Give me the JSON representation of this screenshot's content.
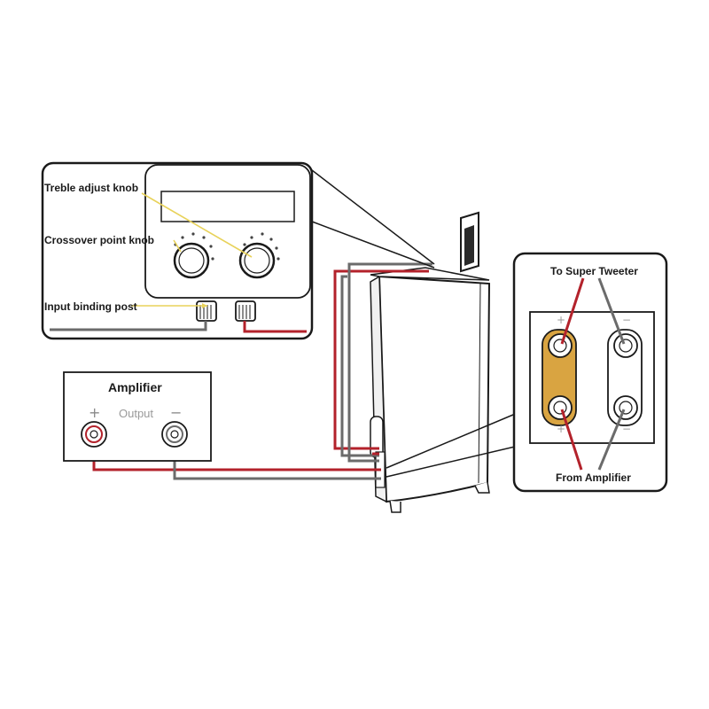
{
  "colors": {
    "positive_wire": "#b3222b",
    "negative_wire": "#6b6b6b",
    "outline": "#1a1a1a",
    "terminal_bridge": "#d9a441",
    "leader_line": "#e8d25a"
  },
  "inset_top_left": {
    "treble_label": "Treble adjust knob",
    "crossover_label": "Crossover point knob",
    "input_label": "Input binding post"
  },
  "amplifier": {
    "title": "Amplifier",
    "output_label": "Output",
    "plus_sign": "+",
    "minus_sign": "−"
  },
  "inset_right": {
    "top_label": "To Super Tweeter",
    "bottom_label": "From Amplifier",
    "plus_sign": "+",
    "minus_sign": "−"
  }
}
